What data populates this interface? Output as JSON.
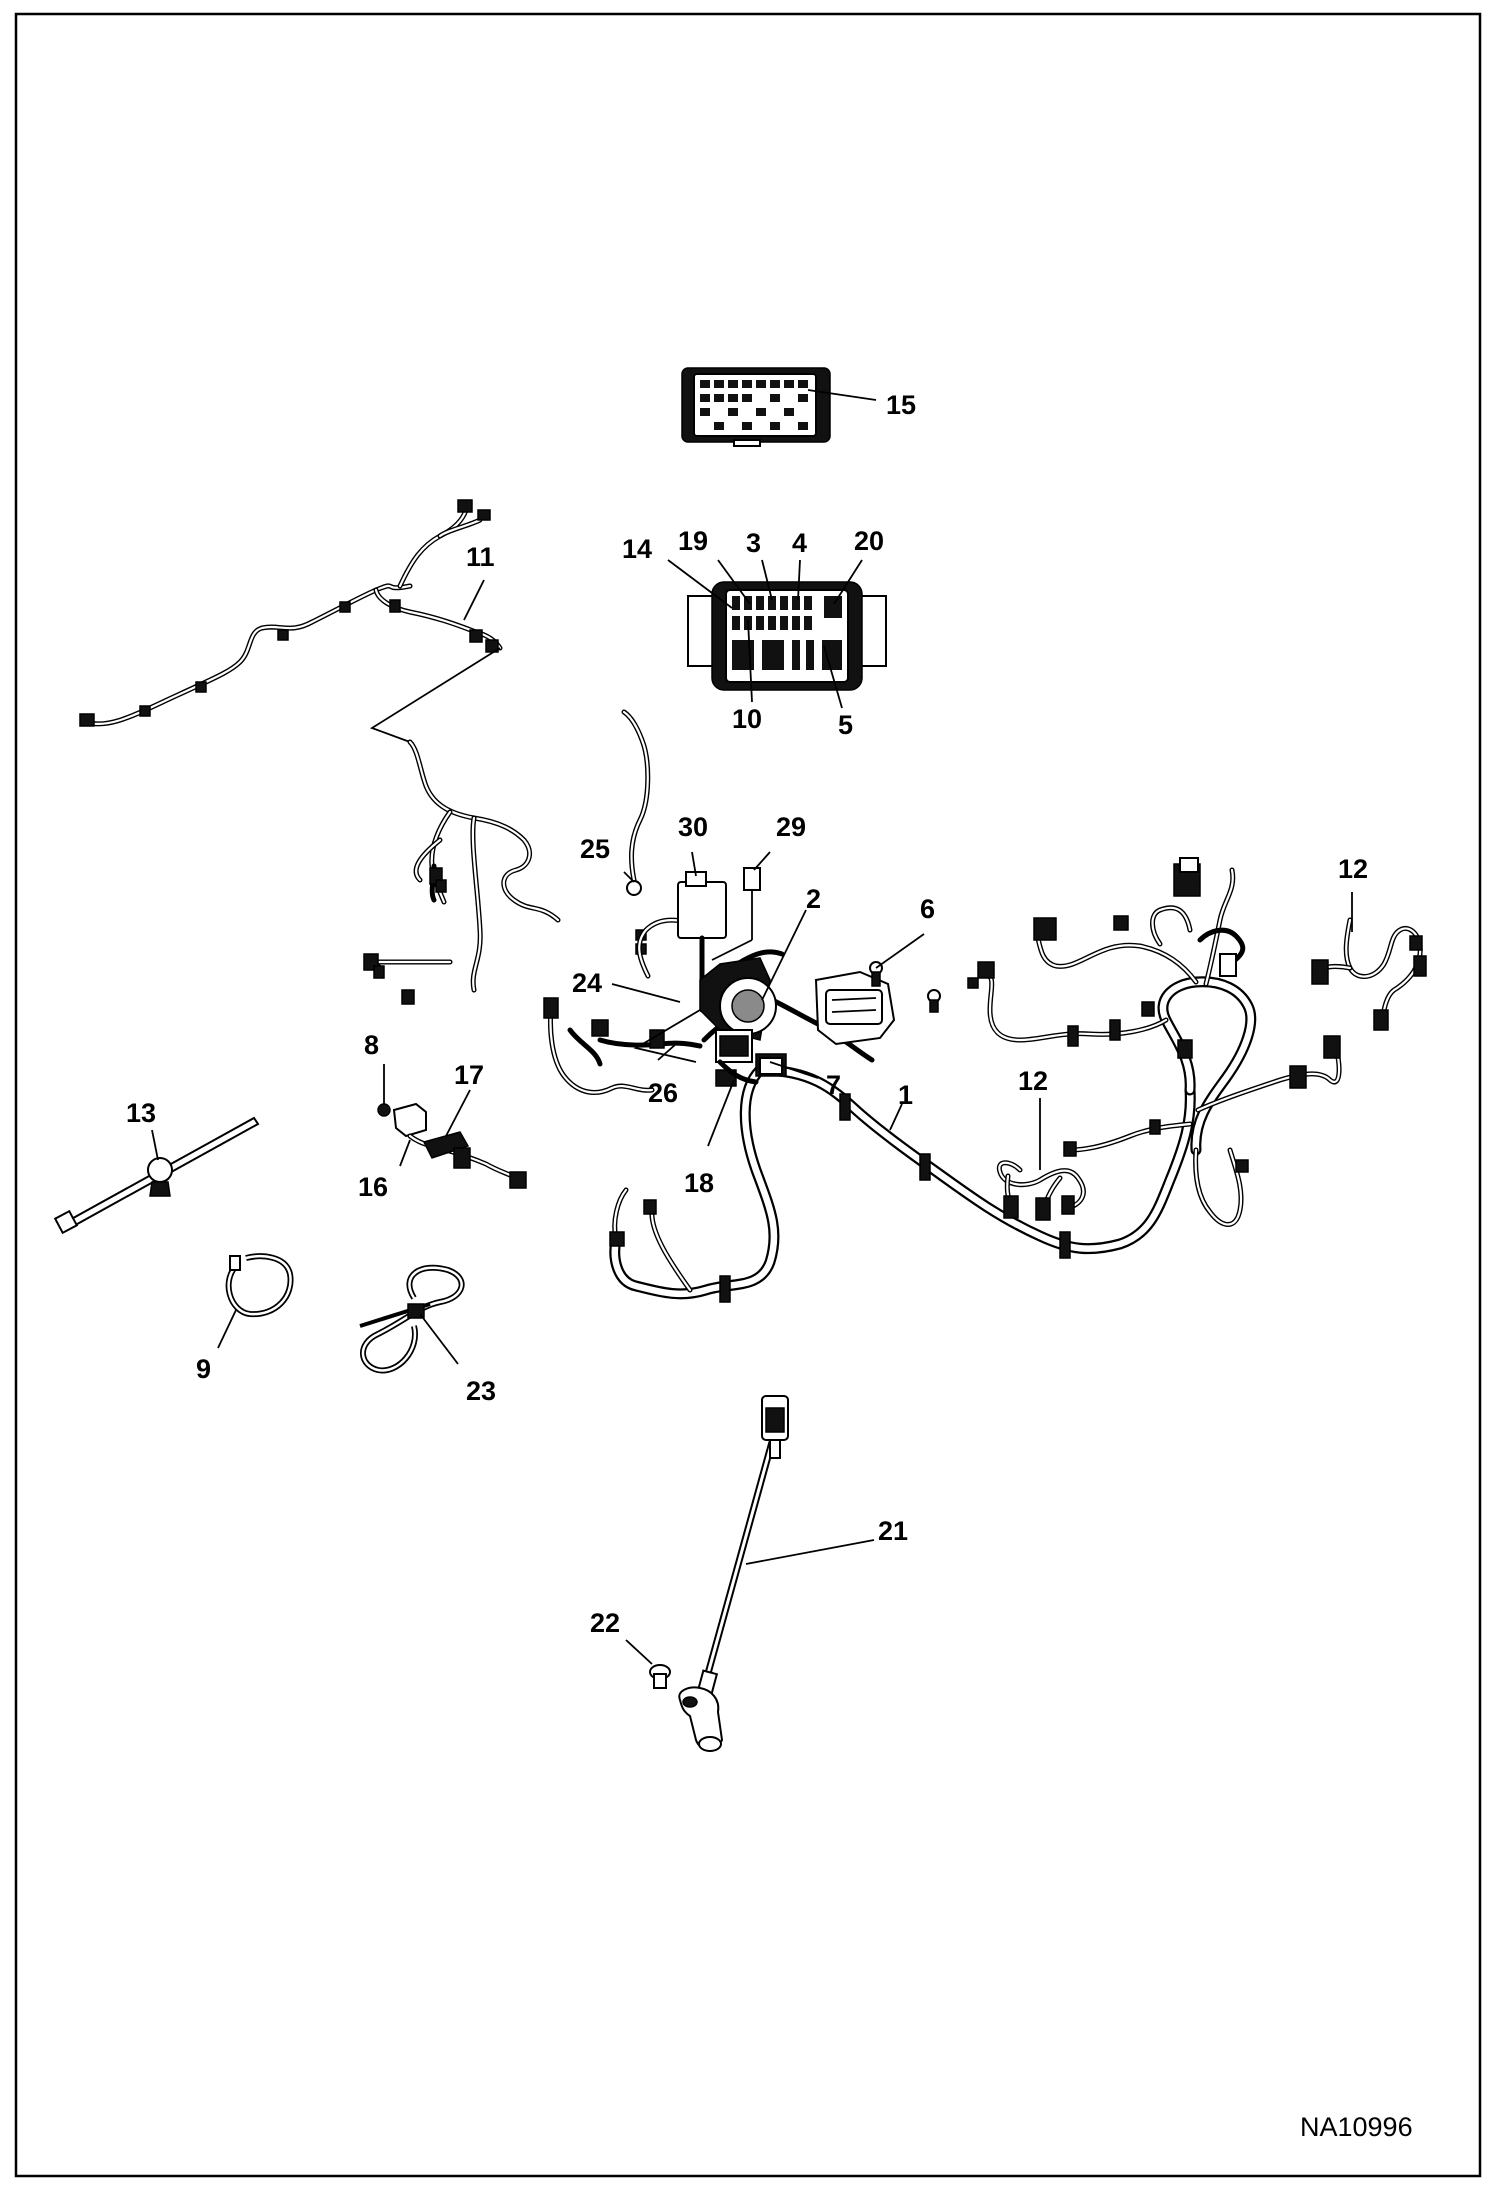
{
  "figure_id": "NA10996",
  "callouts": [
    {
      "id": "c1",
      "label": "1"
    },
    {
      "id": "c2",
      "label": "2"
    },
    {
      "id": "c3",
      "label": "3"
    },
    {
      "id": "c4",
      "label": "4"
    },
    {
      "id": "c5",
      "label": "5"
    },
    {
      "id": "c6",
      "label": "6"
    },
    {
      "id": "c7",
      "label": "7"
    },
    {
      "id": "c8",
      "label": "8"
    },
    {
      "id": "c9",
      "label": "9"
    },
    {
      "id": "c10",
      "label": "10"
    },
    {
      "id": "c11",
      "label": "11"
    },
    {
      "id": "c12a",
      "label": "12"
    },
    {
      "id": "c12b",
      "label": "12"
    },
    {
      "id": "c13",
      "label": "13"
    },
    {
      "id": "c14",
      "label": "14"
    },
    {
      "id": "c15",
      "label": "15"
    },
    {
      "id": "c16",
      "label": "16"
    },
    {
      "id": "c17",
      "label": "17"
    },
    {
      "id": "c18",
      "label": "18"
    },
    {
      "id": "c19",
      "label": "19"
    },
    {
      "id": "c20",
      "label": "20"
    },
    {
      "id": "c21",
      "label": "21"
    },
    {
      "id": "c22",
      "label": "22"
    },
    {
      "id": "c23",
      "label": "23"
    },
    {
      "id": "c24",
      "label": "24"
    },
    {
      "id": "c25",
      "label": "25"
    },
    {
      "id": "c26",
      "label": "26"
    },
    {
      "id": "c29",
      "label": "29"
    },
    {
      "id": "c30",
      "label": "30"
    }
  ]
}
